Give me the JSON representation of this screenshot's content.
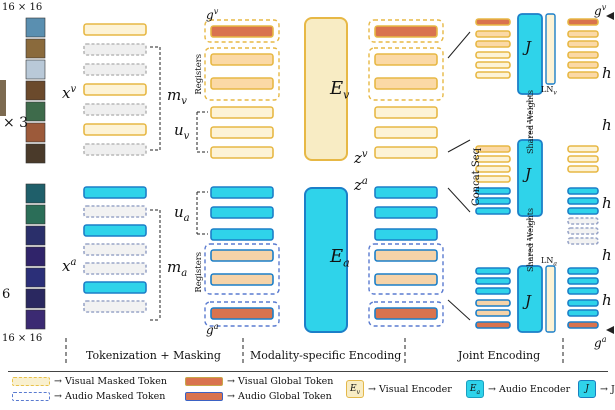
{
  "labels": {
    "patch_top": "16 × 16",
    "patch_bottom": "16 × 16",
    "frames_mult": "× 3",
    "audio_count": "6",
    "x_v": "x",
    "x_v_sup": "v",
    "x_a": "x",
    "x_a_sup": "a",
    "m_v": "m",
    "m_v_sub": "v",
    "m_a": "m",
    "m_a_sub": "a",
    "u_v": "u",
    "u_v_sub": "v",
    "u_a": "u",
    "u_a_sub": "a",
    "g_v": "g",
    "g_v_sup": "v",
    "g_a": "g",
    "g_a_sup": "a",
    "registers": "Registers",
    "E_v": "E",
    "E_v_sub": "v",
    "E_a": "E",
    "E_a_sub": "a",
    "z_v": "z",
    "z_v_sup": "v",
    "z_a": "z",
    "z_a_sup": "a",
    "J": "J",
    "concat_seq": "Concat Seq",
    "shared_weights": "Shared Weights",
    "ln_v": "LN",
    "ln_v_sub": "v",
    "ln_a": "LN",
    "ln_a_sub": "a",
    "h": "h",
    "g_v_right": "g",
    "g_a_right": "g"
  },
  "stages": {
    "tokenization": "Tokenization + Masking",
    "modality": "Modality-specific Encoding",
    "joint": "Joint Encoding"
  },
  "legend": {
    "visual_masked": "→ Visual Masked Token",
    "audio_masked": "→ Audio Masked Token",
    "visual_global": "→ Visual Global Token",
    "audio_global": "→ Audio Global Token",
    "visual_encoder": "→ Visual Encoder",
    "audio_encoder": "→ Audio Encoder",
    "joint_encoder": "→ J",
    "chip_ev": "E",
    "chip_ea": "E",
    "chip_j": "J"
  },
  "colors": {
    "visual_fill": "#fbd9a6",
    "visual_border": "#e7b845",
    "visual_light": "#fdf3d6",
    "audio_fill": "#2fd3ea",
    "audio_border": "#1c7fc8",
    "audio_dash": "#5a7bd0",
    "global_token": "#d9734e",
    "encoder_v": "#f8ecc4",
    "encoder_a": "#2fd3ea"
  }
}
